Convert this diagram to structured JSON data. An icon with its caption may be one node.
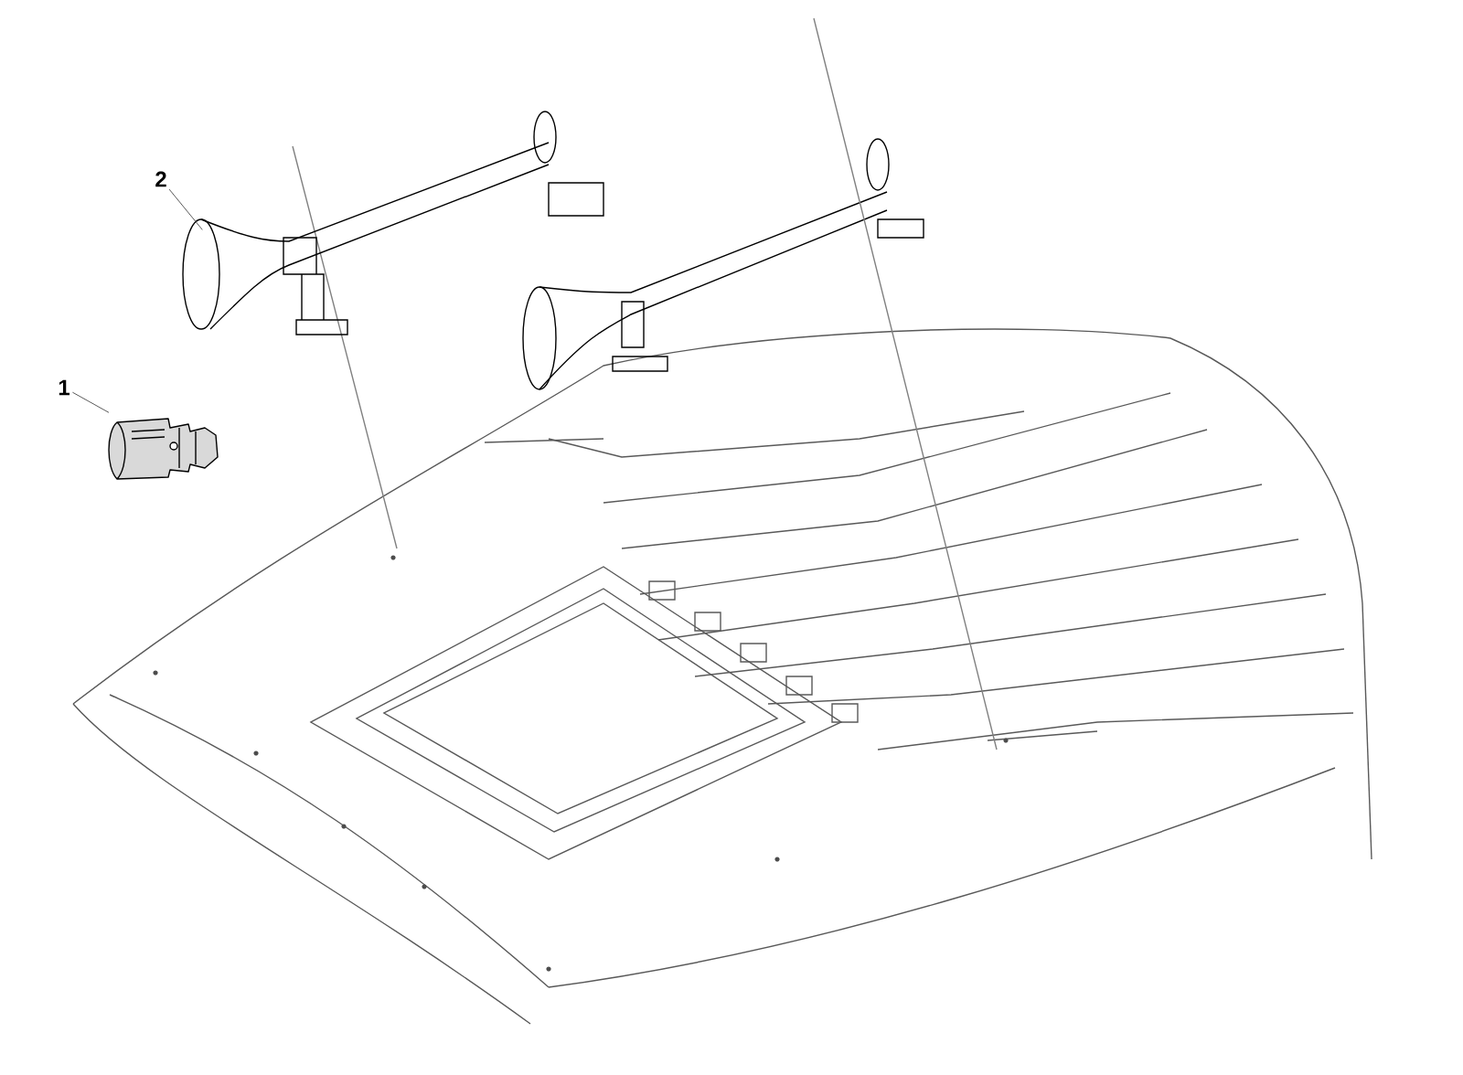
{
  "diagram": {
    "nodes": [
      {
        "text": [
          "1"
        ]
      },
      {
        "text": [
          "2"
        ]
      },
      {
        "text": [],
        "shape": "picture"
      },
      {
        "text": [],
        "shape": "picture"
      }
    ],
    "edges": [
      {
        "from": 0,
        "to": 2,
        "arrow": "none"
      },
      {
        "from": 1,
        "to": 3,
        "arrow": "none"
      }
    ]
  }
}
